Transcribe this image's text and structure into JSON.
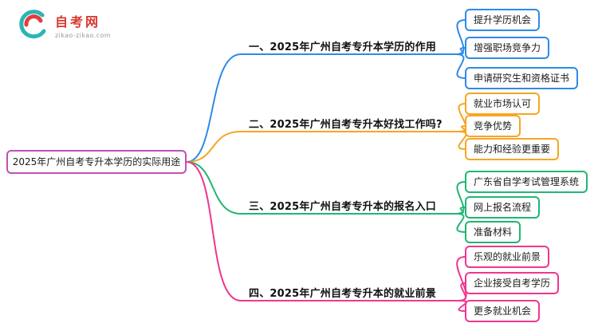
{
  "logo": {
    "title": "自考网",
    "subtitle": "zikao-zikao.com",
    "icon_teal": "#2ab5b5",
    "icon_red": "#e23c3c"
  },
  "root": {
    "label": "2025年广州自考专升本学历的实际用途",
    "color": "#c050b8"
  },
  "branches": [
    {
      "label": "一、2025年广州自考专升本学历的作用",
      "color": "#2e8ae6",
      "children": [
        "提升学历机会",
        "增强职场竞争力",
        "申请研究生和资格证书"
      ]
    },
    {
      "label": "二、2025年广州自考专升本好找工作吗?",
      "color": "#f5a623",
      "children": [
        "就业市场认可",
        "竞争优势",
        "能力和经验更重要"
      ]
    },
    {
      "label": "三、2025年广州自考专升本的报名入口",
      "color": "#21b573",
      "children": [
        "广东省自学考试管理系统",
        "网上报名流程",
        "准备材料"
      ]
    },
    {
      "label": "四、2025年广州自考专升本的就业前景",
      "color": "#f0368f",
      "children": [
        "乐观的就业前景",
        "企业接受自考学历",
        "更多就业机会"
      ]
    }
  ]
}
